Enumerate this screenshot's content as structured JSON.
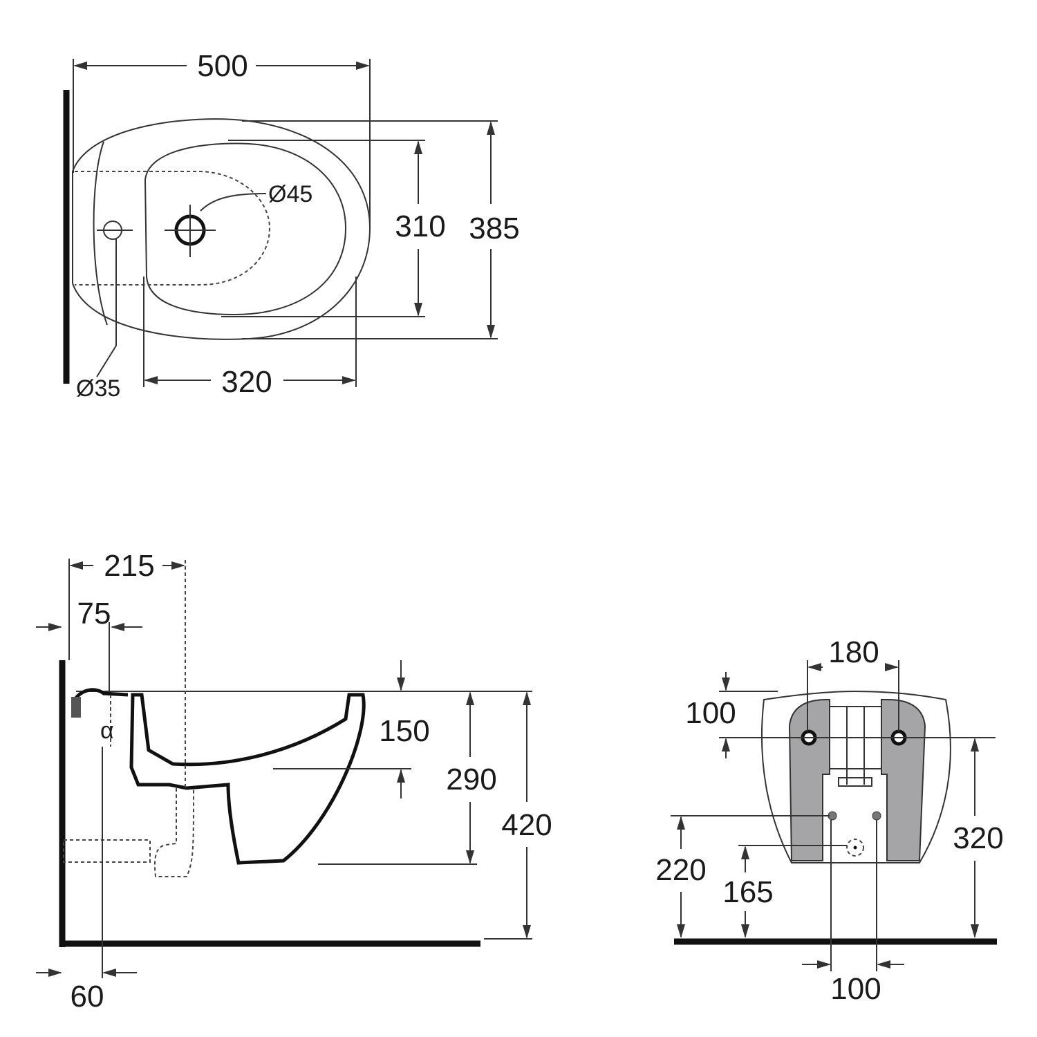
{
  "top_view": {
    "width": "500",
    "inner_depth": "310",
    "outer_depth": "385",
    "tap_hole": "Ø45",
    "waste_hole": "Ø35",
    "bowl_length": "320"
  },
  "side_view": {
    "tap_offset": "215",
    "axis_offset": "75",
    "bowl_depth": "150",
    "bowl_height": "290",
    "rim_height": "420",
    "wall_offset": "60"
  },
  "rear_view": {
    "bolt_spacing": "180",
    "bolt_from_top": "100",
    "bolt_height": "320",
    "supply_height": "220",
    "waste_height": "165",
    "supply_spacing": "100"
  }
}
